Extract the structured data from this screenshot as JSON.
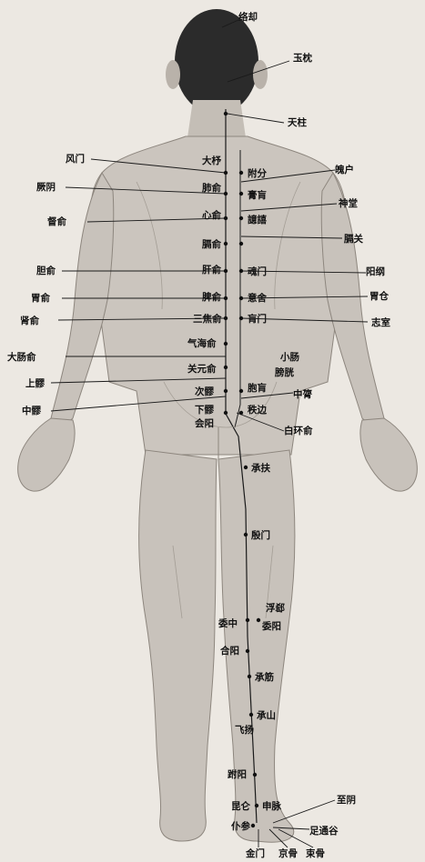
{
  "title": "",
  "labels": {
    "luoque": "络却",
    "yuzhen": "玉枕",
    "tianzhu": "天柱",
    "fengmen": "风门",
    "dazhu": "大杼",
    "fufen": "附分",
    "pohu": "魄户",
    "jueyin": "厥阴",
    "feishu": "肺俞",
    "gaohuang": "膏肓",
    "shentang": "神堂",
    "dushu": "督俞",
    "xinshu": "心俞",
    "yixi": "譩譆",
    "geguan": "膈关",
    "geshu": "膈俞",
    "danshu": "胆俞",
    "ganshu": "肝俞",
    "hunmen": "魂门",
    "yanggang": "阳纲",
    "weishu": "胃俞",
    "pishu": "脾俞",
    "yishe": "意舍",
    "weicang": "胃仓",
    "shenshu": "肾俞",
    "sanjiaoshu": "三焦俞",
    "huangmen": "肓门",
    "zhishi": "志室",
    "qihaishu": "气海俞",
    "dachangshu": "大肠俞",
    "guanyuanshu": "关元俞",
    "xiaochang": "小肠",
    "pangguang": "膀胱",
    "shangliao": "上髎",
    "ciliao": "次髎",
    "baohuang": "胞肓",
    "zhonglushu": "中膂",
    "zhongliao": "中髎",
    "xialiao": "下髎",
    "zhibian": "秩边",
    "huiyang": "会阳",
    "baihuanshu": "白环俞",
    "chengfu": "承扶",
    "yinmen": "殷门",
    "fuxi": "浮郄",
    "weizhong": "委中",
    "weiyang": "委阳",
    "heyang": "合阳",
    "chengjin": "承筋",
    "chengshan": "承山",
    "feiyang": "飞扬",
    "fuyang": "跗阳",
    "kunlun": "昆仑",
    "shenmai": "申脉",
    "pucan": "仆参",
    "zhiyin": "至阴",
    "zutonggu": "足通谷",
    "jinmen": "金门",
    "jinggu": "京骨",
    "shugu": "束骨"
  },
  "colors": {
    "skin": "#c8c2bb",
    "hair": "#2a2a2a",
    "line": "#1a1a1a",
    "background": "#ece8e2"
  }
}
